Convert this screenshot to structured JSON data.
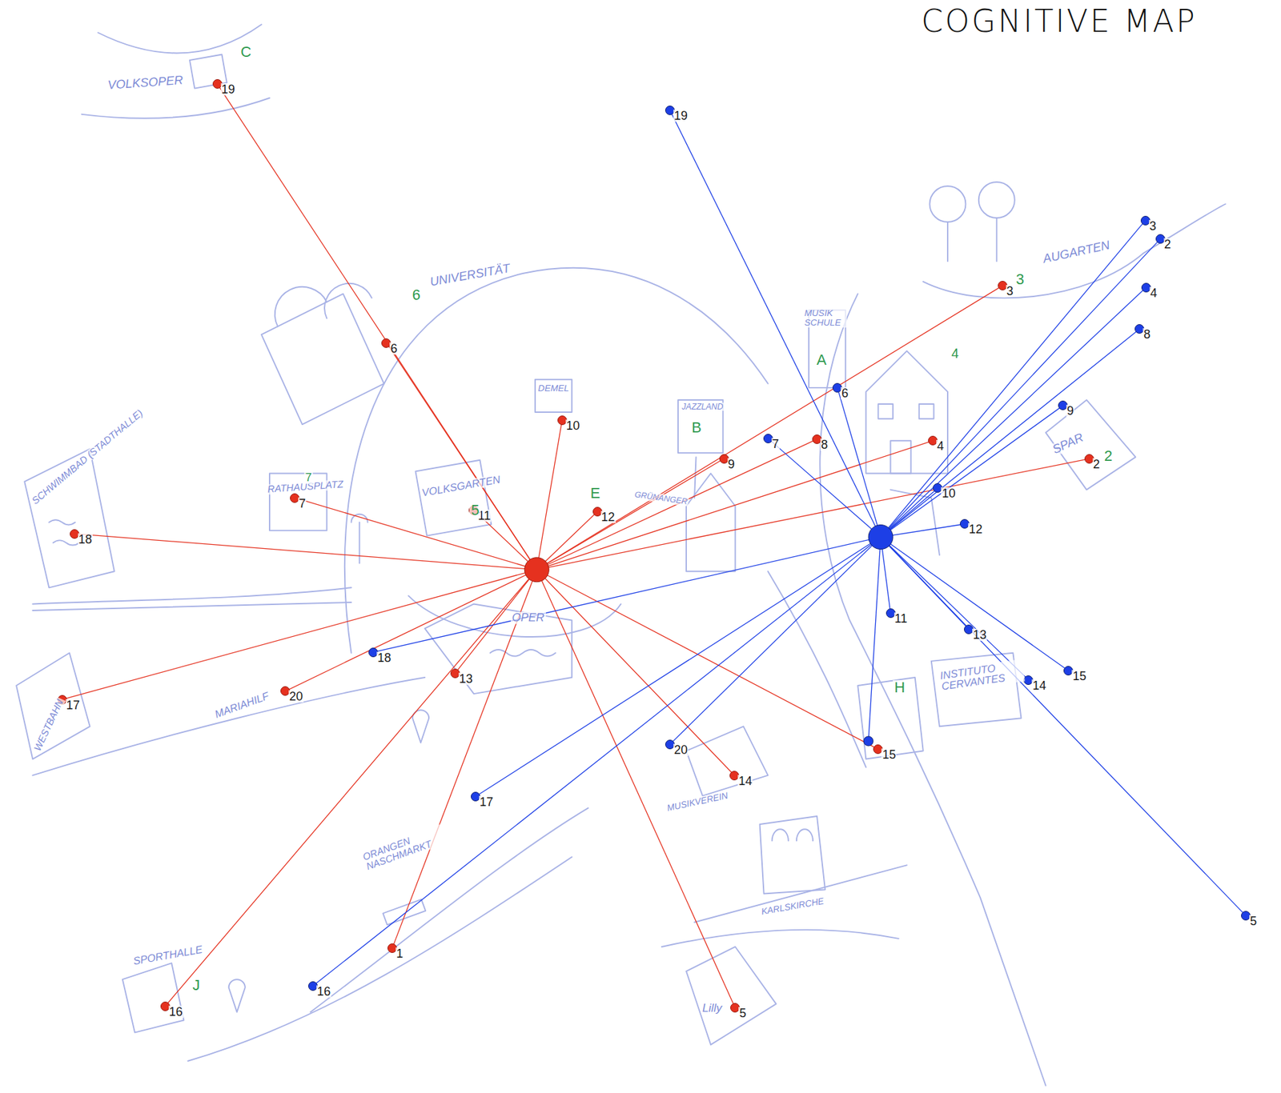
{
  "diagram": {
    "title": "COGNITIVE MAP",
    "nodes": [
      {
        "text": [
          "1"
        ]
      },
      {
        "text": [
          "2"
        ]
      },
      {
        "text": [
          "3"
        ]
      },
      {
        "text": [
          "4"
        ]
      },
      {
        "text": [
          "5"
        ]
      },
      {
        "text": [
          "6"
        ]
      },
      {
        "text": [
          "7"
        ]
      },
      {
        "text": [
          "8"
        ]
      },
      {
        "text": [
          "9"
        ]
      },
      {
        "text": [
          "10"
        ]
      },
      {
        "text": [
          "11"
        ]
      },
      {
        "text": [
          "12"
        ]
      },
      {
        "text": [
          "13"
        ]
      },
      {
        "text": [
          "14"
        ]
      },
      {
        "text": [
          "15"
        ]
      },
      {
        "text": [
          "16"
        ]
      },
      {
        "text": [
          "17"
        ]
      },
      {
        "text": [
          "18"
        ]
      },
      {
        "text": [
          "19"
        ]
      },
      {
        "text": [
          "20"
        ]
      },
      {
        "text": [
          "2"
        ]
      },
      {
        "text": [
          "3"
        ]
      },
      {
        "text": [
          "4"
        ]
      },
      {
        "text": [
          "5"
        ]
      },
      {
        "text": [
          "6"
        ]
      },
      {
        "text": [
          "7"
        ]
      },
      {
        "text": [
          "8"
        ]
      },
      {
        "text": [
          "9"
        ]
      },
      {
        "text": [
          "10"
        ]
      },
      {
        "text": [
          "11"
        ]
      },
      {
        "text": [
          "12"
        ]
      },
      {
        "text": [
          "13"
        ]
      },
      {
        "text": [
          "14"
        ]
      },
      {
        "text": [
          "15"
        ]
      },
      {
        "text": [
          "16"
        ]
      },
      {
        "text": [
          "17"
        ]
      },
      {
        "text": [
          "18"
        ]
      },
      {
        "text": [
          "19"
        ]
      },
      {
        "text": [
          "20"
        ]
      }
    ],
    "labels": [
      "VOLKSOPER",
      "UNIVERSITÄT",
      "AUGARTEN",
      "MUSIK SCHULE",
      "JAZZLAND",
      "DEMEL",
      "VOLKSGARTEN",
      "RATHAUSPLATZ",
      "SCHWIMMBAD (STADTHALLE)",
      "MARIAHILF",
      "WESTBAHN",
      "SPAR",
      "INSTITUTO CERVANTES",
      "MUSIKVEREIN",
      "KARLSKIRCHE",
      "ORANGEN NASCHMARKT",
      "SPORTHALLE",
      "GRÜNANGER",
      "OPER",
      "Lilly",
      "C",
      "6",
      "3",
      "A",
      "B",
      "E",
      "5",
      "4",
      "2",
      "H",
      "J",
      "7"
    ]
  }
}
